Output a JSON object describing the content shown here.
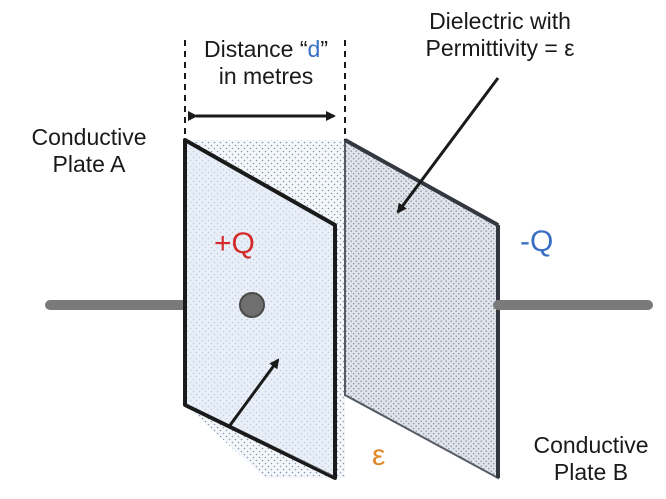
{
  "labels": {
    "distance": {
      "prefix": "Distance “",
      "symbol": "d",
      "suffix": "”",
      "line2": "in metres"
    },
    "dielectric": {
      "line1": "Dielectric with",
      "line2": "Permittivity = ε"
    },
    "plate_a": {
      "line1": "Conductive",
      "line2": "Plate A"
    },
    "plate_b": {
      "line1": "Conductive",
      "line2": "Plate B"
    },
    "charge_positive": "+Q",
    "charge_negative": "-Q",
    "epsilon": "ε"
  },
  "colors": {
    "charge_positive": "#d42a2a",
    "charge_negative": "#3a6fc4",
    "epsilon": "#e0882a",
    "distance_symbol": "#3a6fc4",
    "plate_a_fill": "#e3ebf6",
    "plate_b_fill": "#d9dde4",
    "dielectric_fill": "#eef2f8",
    "lead": "#7a7a7a",
    "outline": "#1a1a1a"
  }
}
